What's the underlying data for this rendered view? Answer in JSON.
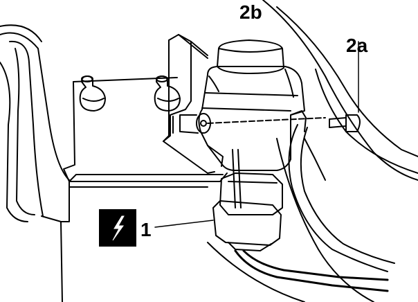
{
  "callouts": {
    "c2b": "2b",
    "c2a": "2a",
    "c1": "1"
  },
  "icons": {
    "warning": "electrical-hazard-lightning-icon"
  },
  "colors": {
    "ink": "#000000",
    "paper": "#ffffff"
  }
}
